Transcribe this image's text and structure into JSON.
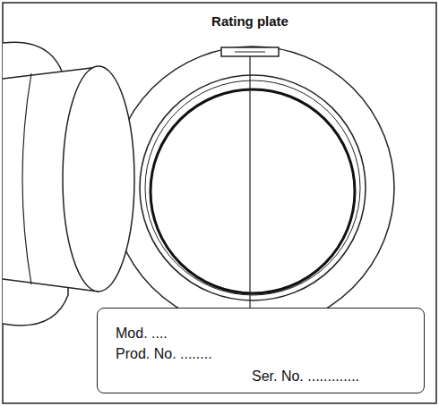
{
  "diagram": {
    "nodes": [
      {
        "text": [
          "Mod. ....",
          "Prod. No. ........",
          "Ser. No. ............."
        ]
      }
    ],
    "labels": [
      "Rating plate"
    ]
  }
}
